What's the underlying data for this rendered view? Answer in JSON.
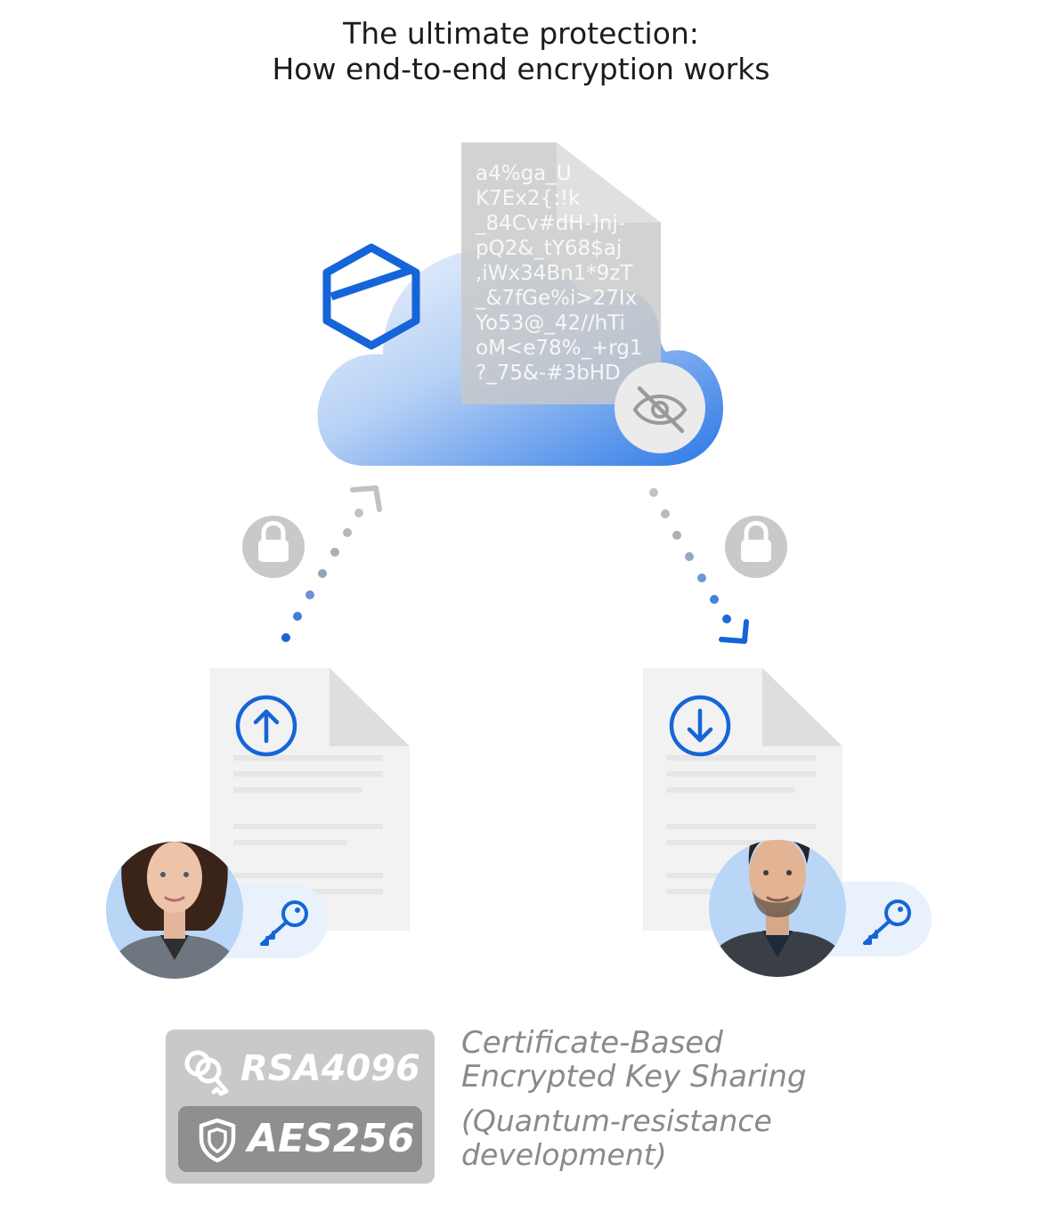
{
  "title": {
    "line1": "The ultimate protection:",
    "line2": "How end-to-end encryption works"
  },
  "cipher_lines": [
    "a4%ga_U",
    "K7Ex2{:!k",
    "_84Cv#dH-]nj-",
    "pQ2&_tY68$aj",
    ",iWx34Bn1*9zT",
    "_&7fGe%i>27Ix",
    "Yo53@_42//hTi",
    "oM<e78%_+rg1",
    "?_75&-#3bHD"
  ],
  "badge": {
    "rsa_label": "RSA4096",
    "aes_label": "AES256"
  },
  "caption": {
    "line1": "Certificate-Based",
    "line2": "Encrypted Key Sharing",
    "sub1": "(Quantum-resistance",
    "sub2": "development)"
  },
  "colors": {
    "accent_blue": "#1565d8",
    "cloud_light": "#eef4fc",
    "cloud_dark": "#2f7be6",
    "gray_icon": "#cfcfcf",
    "badge_gray": "#c9c9c9"
  },
  "icons": {
    "app_logo": "hexagon-logo-icon",
    "hidden": "eye-off-icon",
    "lock": "lock-icon",
    "upload": "upload-arrow-icon",
    "download": "download-arrow-icon",
    "key": "key-icon",
    "keys": "keys-icon",
    "shield": "shield-icon"
  }
}
